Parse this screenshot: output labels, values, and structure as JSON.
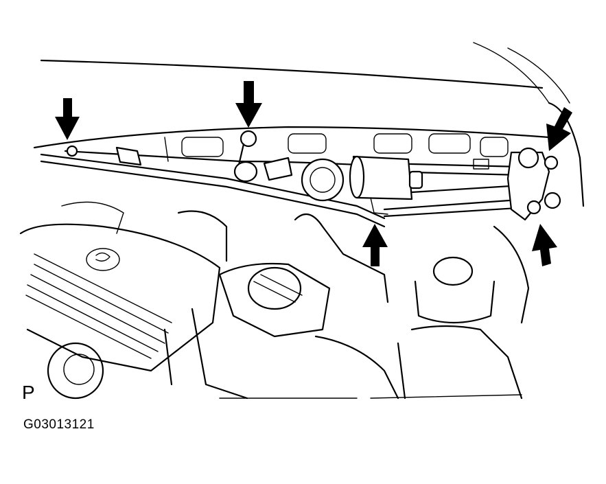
{
  "figure": {
    "view_code": "P",
    "figure_id": "G03013121",
    "arrow_count": 5,
    "line_color": "#000000",
    "background_color": "#ffffff"
  }
}
